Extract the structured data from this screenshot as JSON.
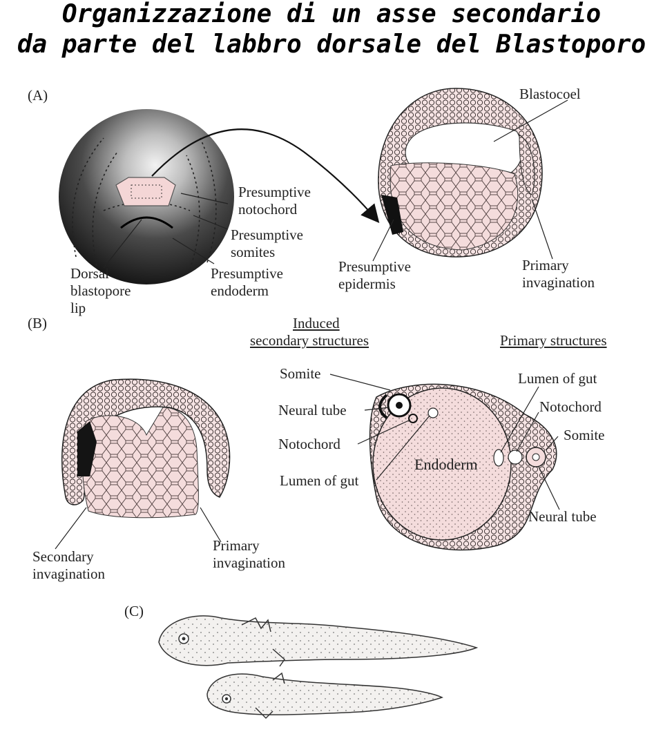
{
  "title": {
    "line1": "Organizzazione di un asse secondario",
    "line2": "da parte del labbro dorsale del Blastoporo"
  },
  "panel_a": {
    "tag": "(A)",
    "blastocoel": "Blastocoel",
    "presumptive_notochord_1": "Presumptive",
    "presumptive_notochord_2": "notochord",
    "presumptive_somites_1": "Presumptive",
    "presumptive_somites_2": "somites",
    "presumptive_endoderm_1": "Presumptive",
    "presumptive_endoderm_2": "endoderm",
    "dorsal_lip_1": "Dorsal",
    "dorsal_lip_2": "blastopore",
    "dorsal_lip_3": "lip",
    "presumptive_epidermis_1": "Presumptive",
    "presumptive_epidermis_2": "epidermis",
    "primary_invagination_1": "Primary",
    "primary_invagination_2": "invagination"
  },
  "panel_b": {
    "tag": "(B)",
    "induced_1": "Induced",
    "induced_2": "secondary structures",
    "primary_structures": "Primary structures",
    "somite_left": "Somite",
    "neural_tube_left": "Neural tube",
    "notochord_left": "Notochord",
    "lumen_left": "Lumen of gut",
    "lumen_right": "Lumen of gut",
    "notochord_right": "Notochord",
    "somite_right": "Somite",
    "neural_tube_right": "Neural tube",
    "endoderm": "Endoderm",
    "secondary_invagination_1": "Secondary",
    "secondary_invagination_2": "invagination",
    "primary_invagination_1": "Primary",
    "primary_invagination_2": "invagination"
  },
  "panel_c": {
    "tag": "(C)"
  },
  "colors": {
    "tissue_pink": "#f4dcdc",
    "cell_line": "#5a4a4a",
    "embryo_dark": "#1c1c1c",
    "graft_black": "#111111",
    "tadpole_fill": "#f3f1ef"
  }
}
